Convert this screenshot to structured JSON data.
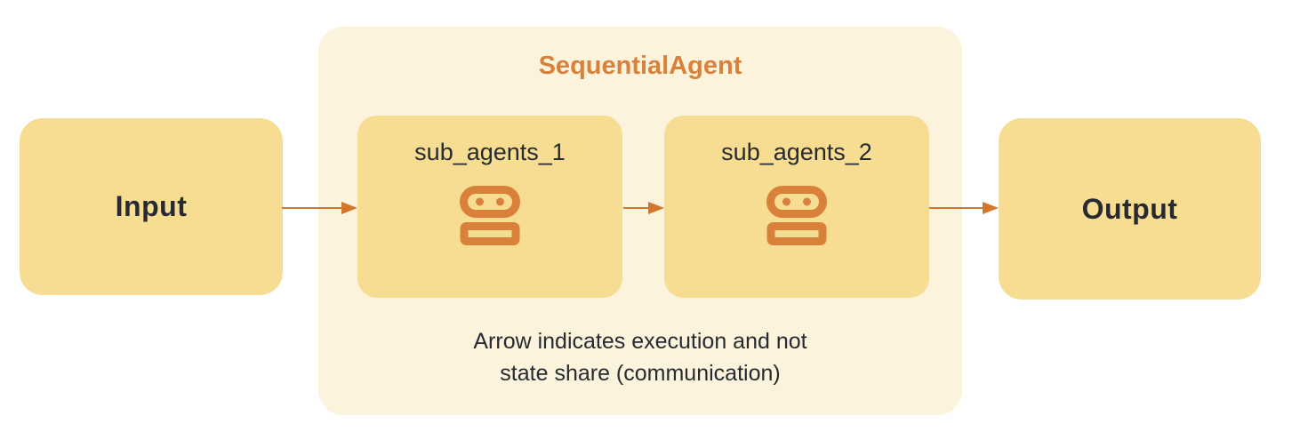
{
  "nodes": {
    "input": {
      "label": "Input"
    },
    "output": {
      "label": "Output"
    }
  },
  "group": {
    "title": "SequentialAgent",
    "sub_agents": [
      {
        "label": "sub_agents_1",
        "icon": "robot-icon"
      },
      {
        "label": "sub_agents_2",
        "icon": "robot-icon"
      }
    ],
    "note_lines": [
      "Arrow indicates execution and not",
      "state share (communication)"
    ]
  },
  "arrows": [
    {
      "name": "input-to-sub-agents-1"
    },
    {
      "name": "sub-agents-1-to-sub-agents-2"
    },
    {
      "name": "sub-agents-2-to-output"
    }
  ],
  "colors": {
    "node_fill": "#F7DD92",
    "group_fill": "#FBF3DC",
    "accent_orange": "#D9813A",
    "arrow_orange": "#D4752C",
    "text_dark": "#272A30",
    "page_bg": "#FFFFFF"
  }
}
